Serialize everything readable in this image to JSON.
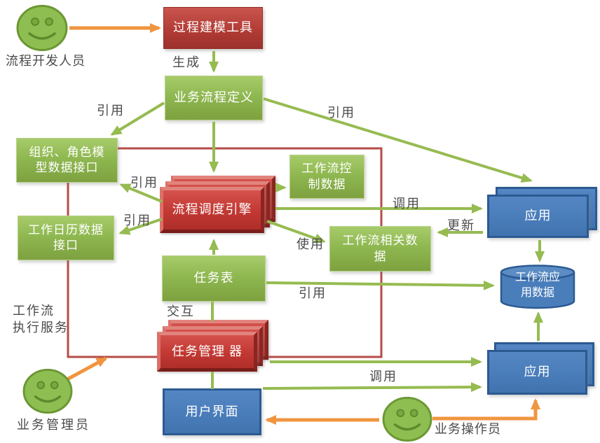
{
  "colors": {
    "green_box": "#8FB851",
    "red_box": "#C23833",
    "blue_box": "#4A7EBB",
    "green_arrow": "#96BB51",
    "orange_arrow": "#F0953F",
    "red_frame": "#B64C47",
    "label_text": "#4A4A4A"
  },
  "actors": [
    {
      "label": "流程开发人员"
    },
    {
      "label": "业务管理员"
    },
    {
      "label": "业务操作员"
    }
  ],
  "nodes": {
    "modeling_tool": "过程建模工具",
    "process_definition": "业务流程定义",
    "org_role_interface": "组织、角色模\n型数据接口",
    "calendar_interface": "工作日历数据\n接口",
    "control_data": "工作流控\n制数据",
    "schedule_engine": "流程调度引擎",
    "related_data": "工作流相关数\n据",
    "task_table": "任务表",
    "task_manager": "任务管理 器",
    "user_interface": "用户界面",
    "app_top": "应用",
    "app_bottom": "应用",
    "app_database": "工作流应\n用数据"
  },
  "edge_labels": {
    "generate": "生成",
    "ref_left": "引用",
    "ref_right": "引用",
    "ref_org": "引用",
    "ref_calendar": "引用",
    "call_top": "调用",
    "update": "更新",
    "use": "使用",
    "ref_task": "引用",
    "interact": "交互",
    "call_bottom": "调用",
    "exec_service": "工作流\n执行服务"
  }
}
